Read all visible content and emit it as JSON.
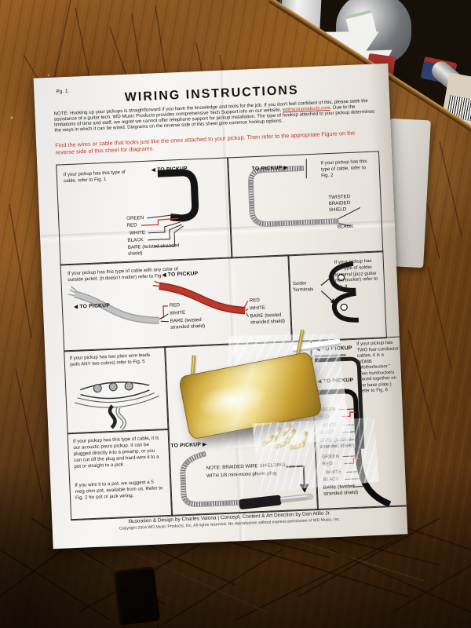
{
  "colors": {
    "accent_red": "#c2372c",
    "paper": "#f3f2ef",
    "pickup_gold": "#e8d383",
    "wood": "#8a5522",
    "ink": "#1c1c1c"
  },
  "header": {
    "page_label": "Pg. 1",
    "title": "WIRING INSTRUCTIONS",
    "note_p1": "NOTE:  Hooking up your pickups is straightforward if you have the knowledge and tools for the job. If you don't feel confident of this, please seek the assistance of a guitar tech. WD Music Products provides comprehensive Tech Support info on our website, ",
    "note_site": "wdmusicproducts.com",
    "note_p2": ". Due to the limitations of time and staff, we regret we cannot offer telephone support for pickup installation. The type of hookup attached to your pickup determines the ways in which it can be wired. Diagrams on the reverse side of this sheet give common hookup options.",
    "find_text": "Find the wires or cable that looks just like the ones attached to your pickup. Then refer to the appropriate Figure on the reverse side of this sheet for diagrams."
  },
  "fig1": {
    "caption": "If your pickup has this type of cable, refer to Fig. 1",
    "to_pickup": "◀ TO PICKUP",
    "wires": [
      "GREEN",
      "RED",
      "WHITE",
      "BLACK",
      "BARE (twisted stranded shield)"
    ]
  },
  "fig2": {
    "caption": "If your pickup has this type of cable, refer to Fig. 2",
    "to_pickup": "TO PICKUP ▶",
    "shield_label": "TWISTED BRAIDED SHIELD",
    "black_label": "BLACK"
  },
  "fig3": {
    "caption": "If your pickup has this type of cable with any color of outside jacket, (it doesn't matter) refer to Fig. 3",
    "to_pickup_gray": "◀ TO PICKUP",
    "to_pickup_red": "◀ TO PICKUP",
    "wires": [
      "RED",
      "WHITE",
      "BARE (twisted stranded shield)"
    ]
  },
  "fig4": {
    "caption": "If your pickup has this type of solder terminal (jazz guitar mini-bucker) refer to Fig. 4",
    "terminals_label": "Solder Terminals"
  },
  "fig5": {
    "caption": "If your pickup has two plain wire leads (with ANY two colors) refer to Fig. 5"
  },
  "fig6": {
    "caption": "If your pickup has TWO four-conductor cables, it is a WDMB \"Motherbucker.\" (Two humbuckers placed together on one base plate.) Refer to Fig. 6",
    "to_pickup_1": "◀ TO PICKUP",
    "to_pickup_2": "◀ TO PICKUP",
    "wires": [
      "GREEN",
      "RED",
      "WHITE",
      "BLACK",
      "BARE (twisted stranded shield)"
    ]
  },
  "piezo": {
    "para1": "If your pickup has this type of cable, it is our acoustic piezo pickup. It can be plugged directly into a preamp, or you can cut off the plug and hard-wire it to a pot or straight to a jack.",
    "para2": "If you wire it to a pot, we suggest a 5 meg ohm pot, available from us. Refer to Fig. 2 for pot or jack wiring."
  },
  "center": {
    "to_pickup_left": "◀ TO PICKUP",
    "to_pickup": "TO PICKUP ▶",
    "note_line1": "NOTE:  BRAIDED WIRE SHIELDING",
    "note_line2": "WITH 1/8 mini-mono phone plug"
  },
  "footer": {
    "credit": "Illustration & Design by Charles Valona  |  Concept, Content & Art Direction by Dan Atilio Jr.",
    "copyright": "Copyright 2004  WD Music Products, Inc.  All rights reserved. No reproduction without express permission of WD Music, Inc."
  }
}
